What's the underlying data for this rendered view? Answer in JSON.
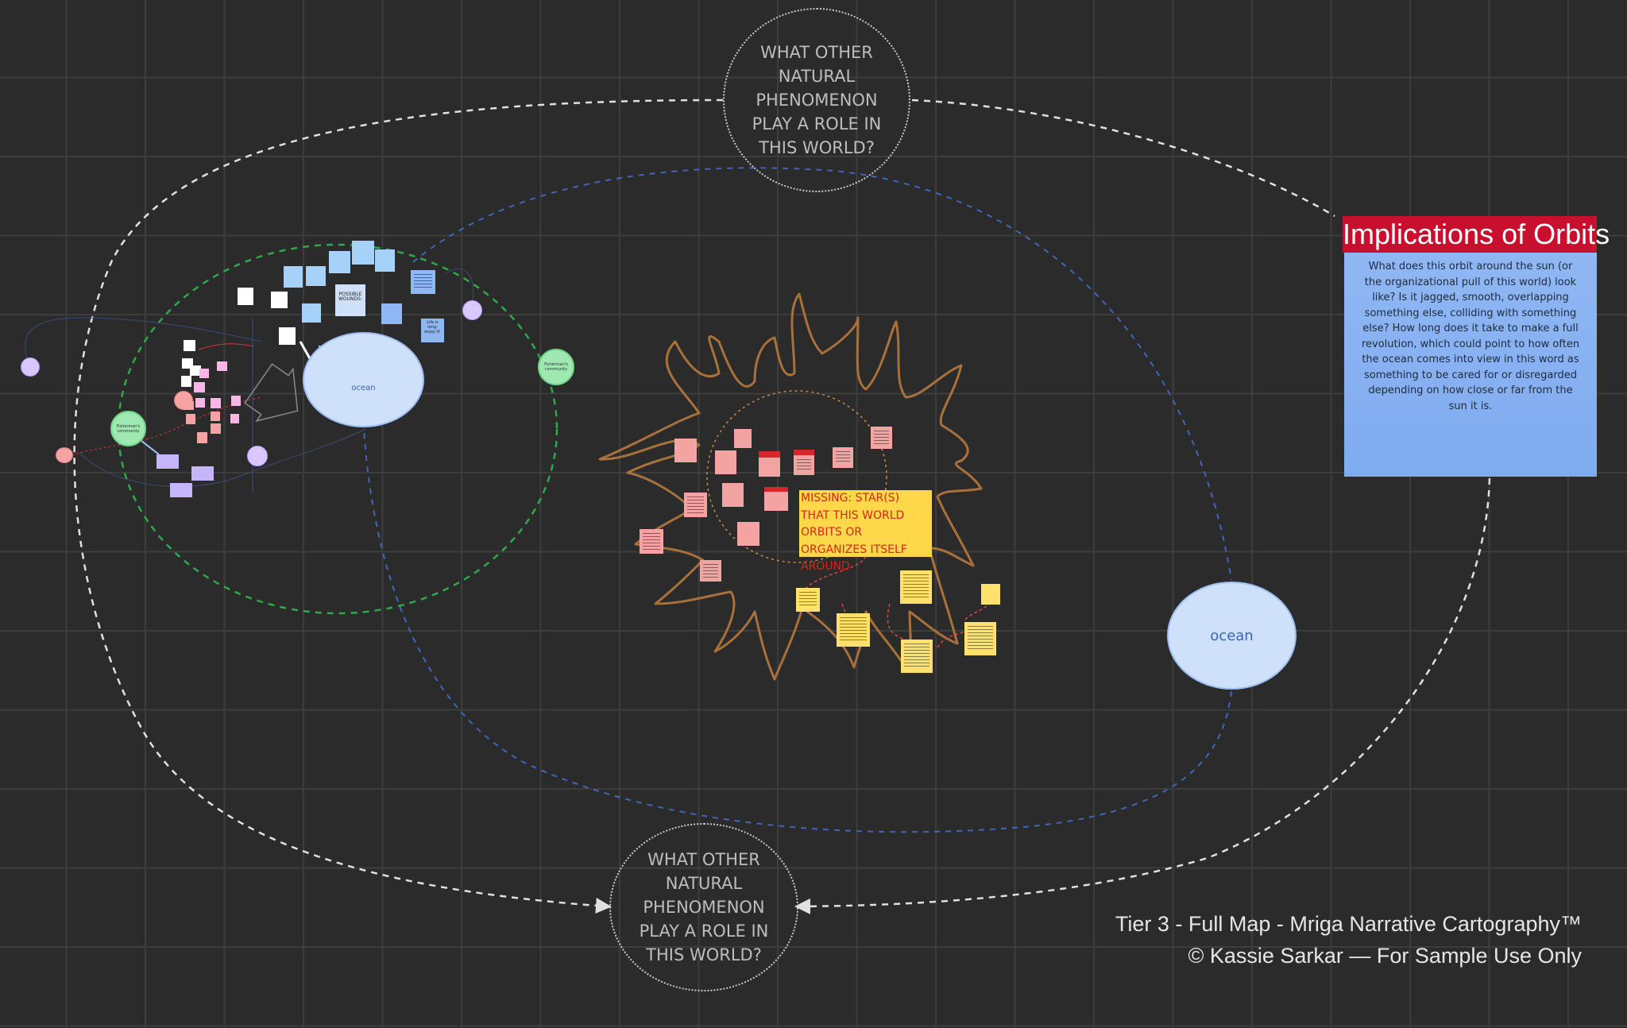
{
  "question_top": {
    "text": "WHAT OTHER NATURAL PHENOMENON PLAY A ROLE IN THIS WORLD?"
  },
  "question_bottom": {
    "text": "WHAT OTHER NATURAL PHENOMENON PLAY A ROLE IN THIS WORLD?"
  },
  "implications": {
    "title": "Implications of Orbits",
    "body": "What does this orbit around the sun (or the organizational pull of this world) look like? Is it jagged, smooth, overlapping something else, colliding with something else? How long does it take to make a full revolution, which could point to how often the ocean comes into view in this word as something to be cared for or disregarded depending on how close or far from the sun it is."
  },
  "ocean_small": {
    "label": "ocean"
  },
  "ocean_large": {
    "label": "ocean"
  },
  "sun": {
    "missing_note": "MISSING: STAR(S) THAT THIS WORLD ORBITS OR ORGANIZES ITSELF AROUND",
    "stroke_color": "#a8703b"
  },
  "cluster": {
    "possible_wounds": "POSSIBLE WOUNDS:",
    "fisherman_left": "Fisherman's community",
    "fisherman_right": "Fisherman's community",
    "life_long": "Life is long- enjoy it!"
  },
  "footer": {
    "line1": "Tier 3 - Full Map - Mriga Narrative Cartography™",
    "line2": "© Kassie Sarkar — For Sample Use Only"
  },
  "colors": {
    "background": "#2b2b2b",
    "grid": "#3d3d3d",
    "title_red": "#c8102e",
    "card_blue": "#8fb7f3",
    "sticky_yellow": "#ffd84a",
    "sticky_pink": "#f4a3a3",
    "ocean_fill": "#cfe0fb",
    "orbit_white": "#e0e0e0",
    "orbit_blue": "#3f66b8",
    "orbit_green": "#2fa84a"
  }
}
